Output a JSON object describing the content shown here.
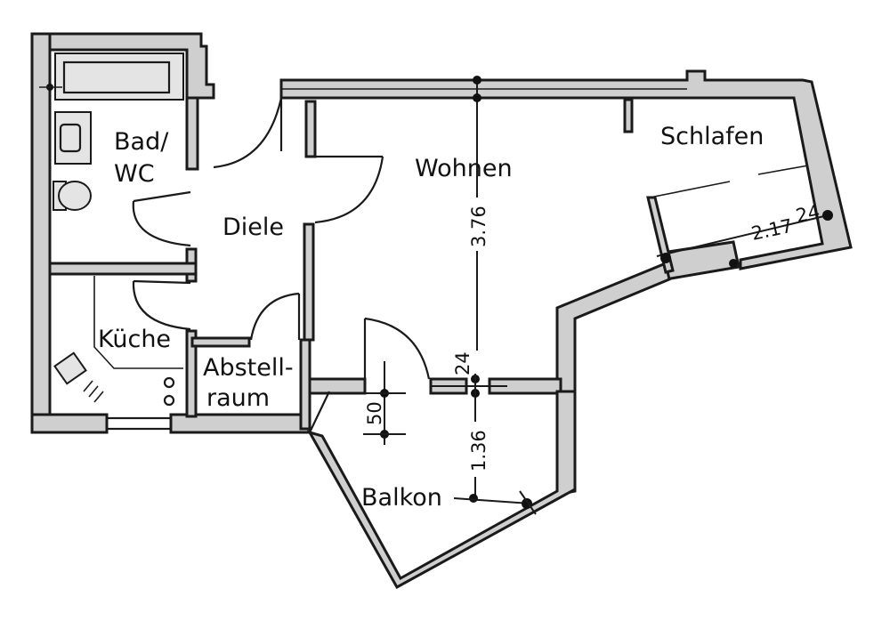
{
  "rooms": {
    "bad_wc_line1": "Bad/",
    "bad_wc_line2": "WC",
    "diele": "Diele",
    "wohnen": "Wohnen",
    "schlafen": "Schlafen",
    "kueche": "Küche",
    "abstellraum_line1": "Abstell-",
    "abstellraum_line2": "raum",
    "balkon": "Balkon"
  },
  "dimensions": {
    "wohnen_depth": "3.76",
    "wall_thickness": "24",
    "balkon_depth": "1.36",
    "door_width": "50",
    "schlafen_width": "2.17",
    "schlafen_wall": "24"
  }
}
